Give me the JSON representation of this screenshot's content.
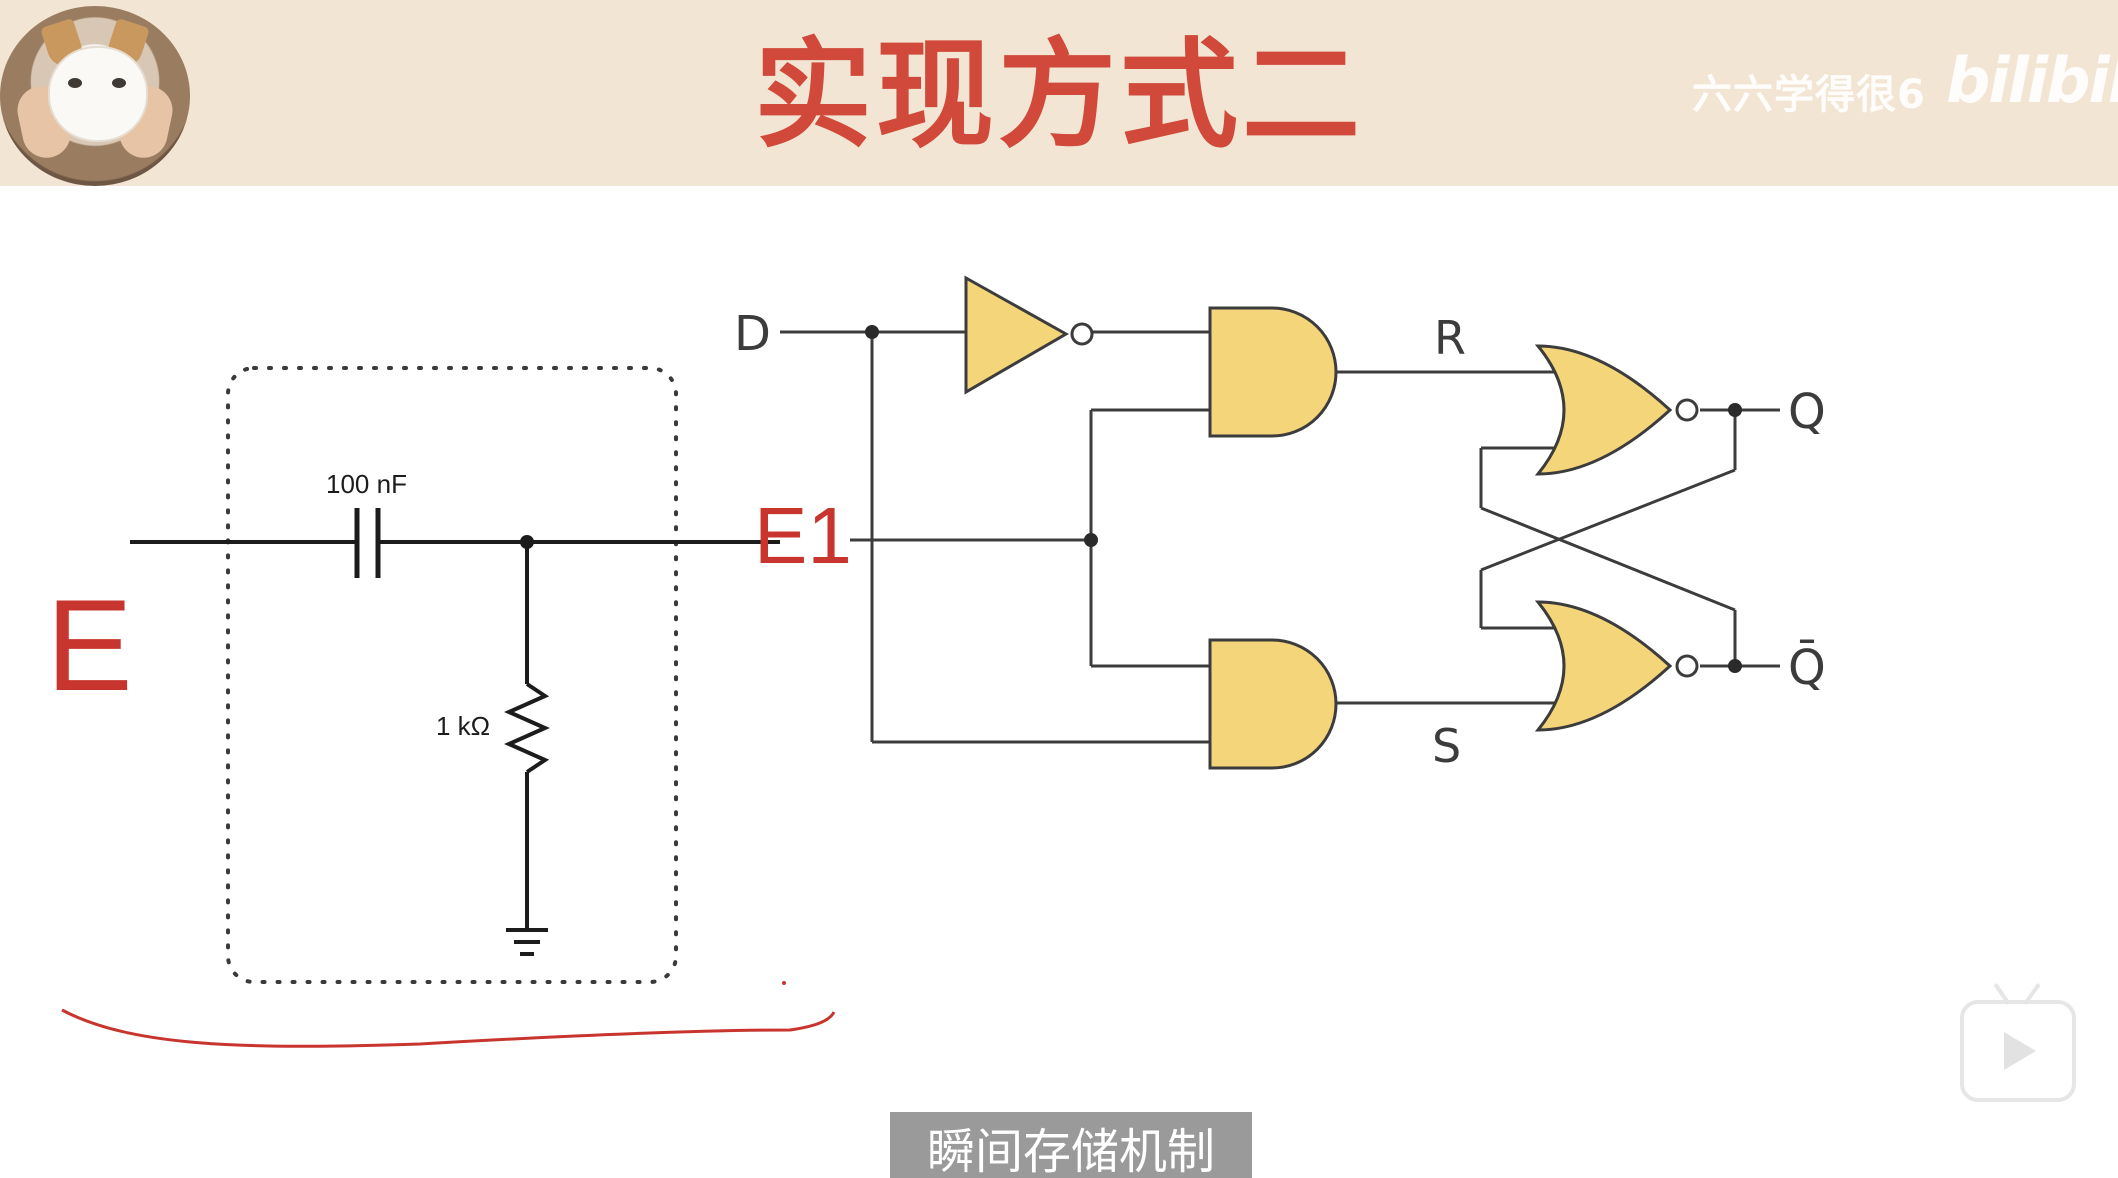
{
  "header": {
    "title": "实现方式二",
    "watermark": "六六学得很6",
    "logo_text": "bilibili"
  },
  "diagram": {
    "input_label": "E",
    "output_label": "E1",
    "capacitor_label": "100 nF",
    "resistor_label": "1 kΩ",
    "data_label": "D",
    "reset_label": "R",
    "set_label": "S",
    "q_label": "Q",
    "qbar_label": "Q̄"
  },
  "subtitle": {
    "text": "瞬间存储机制"
  },
  "colors": {
    "header_bg": "#f3e5d3",
    "title_red": "#d1493a",
    "gate_fill": "#f4d57a",
    "wire": "#4a4a4a",
    "annotation_red": "#c8352e"
  },
  "icons": {
    "play": "play-icon",
    "avatar": "cat-avatar"
  }
}
